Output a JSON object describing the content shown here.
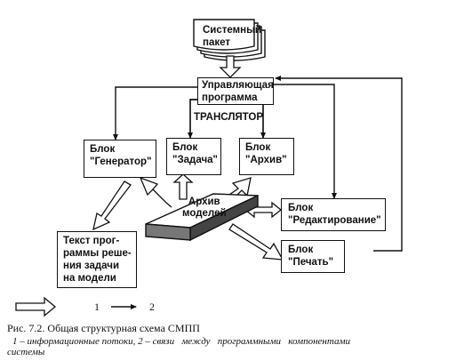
{
  "nodes": {
    "package": [
      "Системный",
      "пакет"
    ],
    "control": [
      "Управляющая",
      "программа"
    ],
    "translator": "ТРАНСЛЯТОР",
    "generator": [
      "Блок",
      "\"Генератор\""
    ],
    "task": [
      "Блок",
      "\"Задача\""
    ],
    "archive_block": [
      "Блок",
      "\"Архив\""
    ],
    "archive_models": [
      "Архив",
      "моделей"
    ],
    "edit": [
      "Блок",
      "\"Редактирование\""
    ],
    "print": [
      "Блок",
      "\"Печать\""
    ],
    "text": [
      "Текст прог-",
      "раммы реше-",
      "ния задачи",
      "на модели"
    ]
  },
  "legend": {
    "item1": "1",
    "item2": "2"
  },
  "caption": {
    "title": "Рис. 7.2. Общая структурная схема СМПП",
    "note_line1": "1 – информационные потоки, 2 – связи   между   программными   компонентами",
    "note_line2": "системы"
  }
}
